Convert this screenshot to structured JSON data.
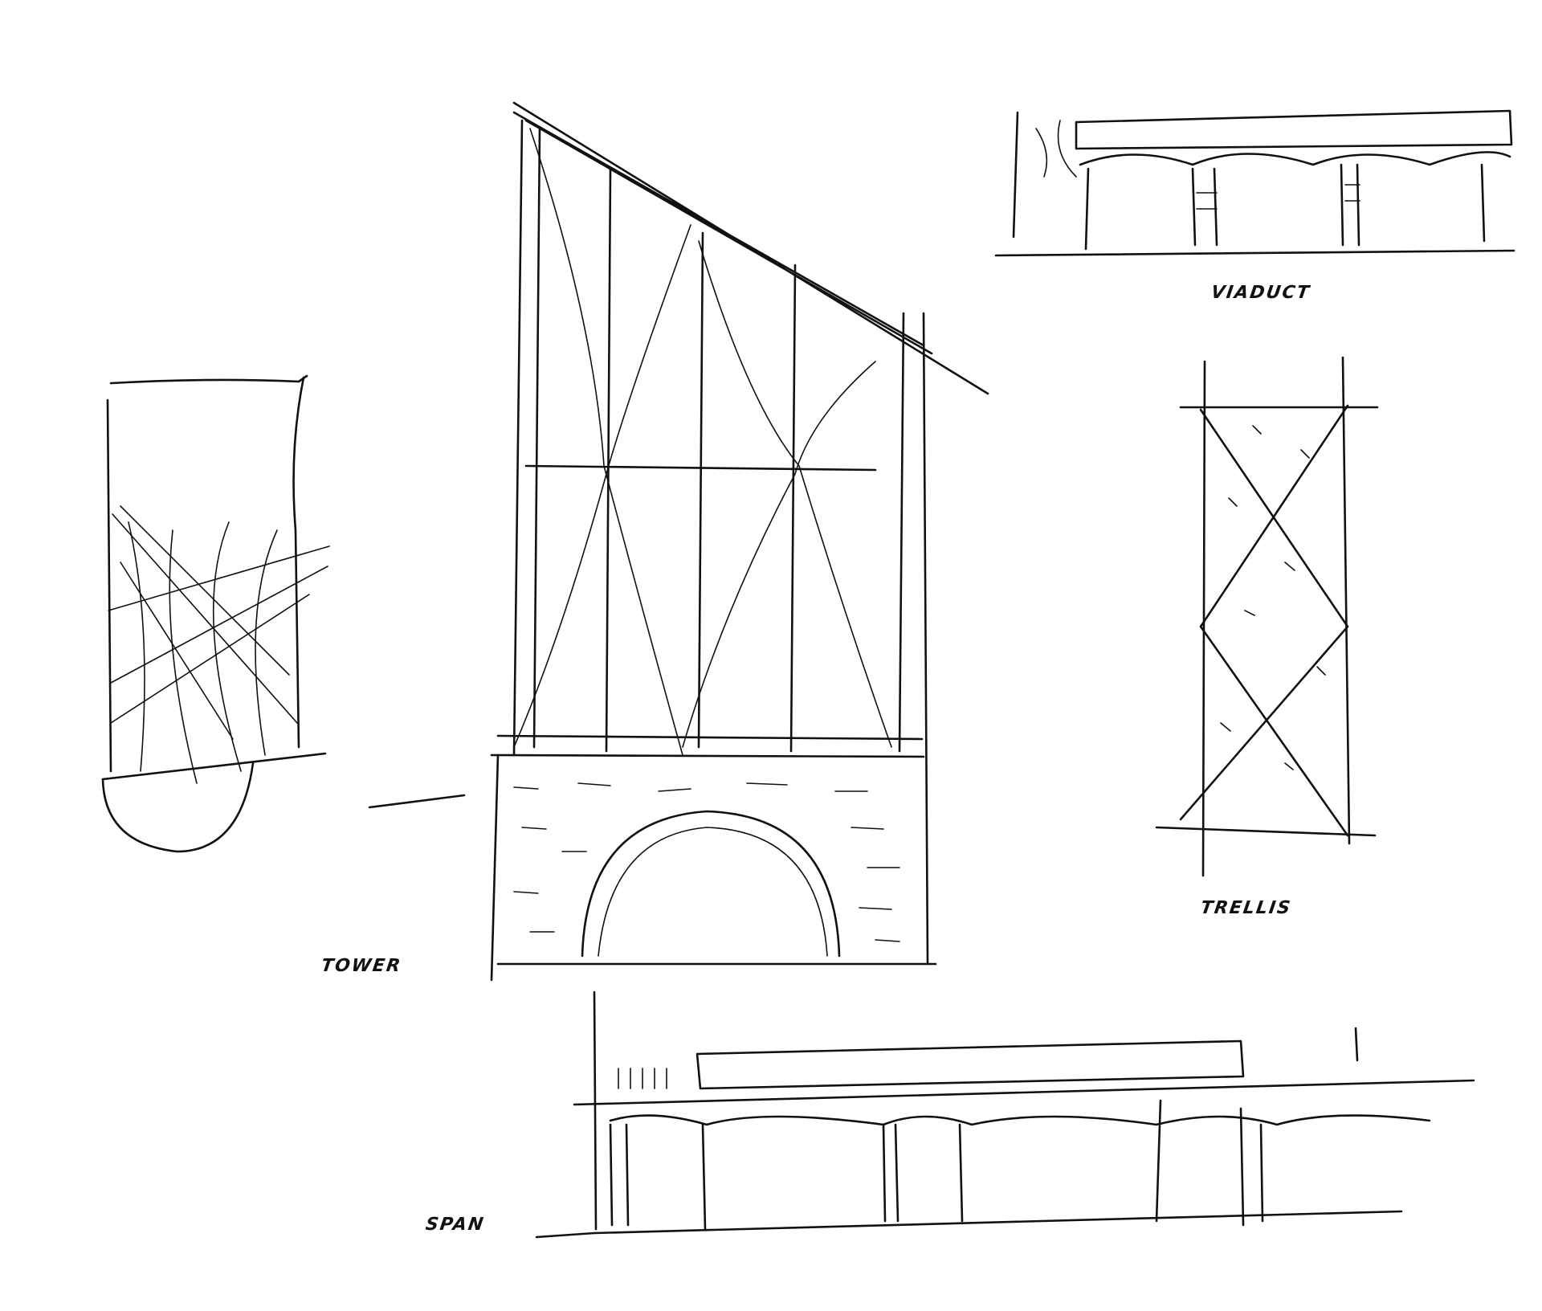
{
  "labels": {
    "tower": "TOWER",
    "viaduct": "VIADUCT",
    "trellis": "TRELLIS",
    "span": "SPAN"
  },
  "colors": {
    "ink": "#111111",
    "paper": "#ffffff"
  }
}
